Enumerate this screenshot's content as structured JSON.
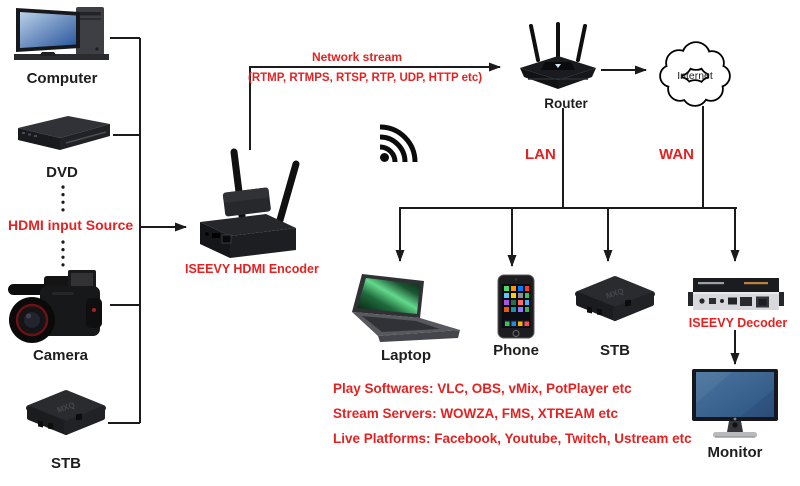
{
  "colors": {
    "accent_red": "#e42222",
    "connector_black": "#1b1b1b"
  },
  "left_column": {
    "computer_label": "Computer",
    "dvd_label": "DVD",
    "hdmi_source_label": "HDMI input Source",
    "camera_label": "Camera",
    "stb_label": "STB"
  },
  "encoder": {
    "label": "ISEEVY HDMI Encoder"
  },
  "stream": {
    "title": "Network stream",
    "protocols": "(RTMP, RTMPS, RTSP, RTP, UDP, HTTP etc)"
  },
  "network": {
    "router_label": "Router",
    "internet_label": "Internet",
    "lan_label": "LAN",
    "wan_label": "WAN"
  },
  "clients": {
    "laptop_label": "Laptop",
    "phone_label": "Phone",
    "stb_label": "STB",
    "decoder_label": "ISEEVY Decoder",
    "monitor_label": "Monitor"
  },
  "notes": {
    "line1": "Play Softwares: VLC, OBS, vMix, PotPlayer etc",
    "line2": "Stream Servers: WOWZA, FMS, XTREAM etc",
    "line3": "Live Platforms: Facebook, Youtube, Twitch, Ustream etc"
  }
}
